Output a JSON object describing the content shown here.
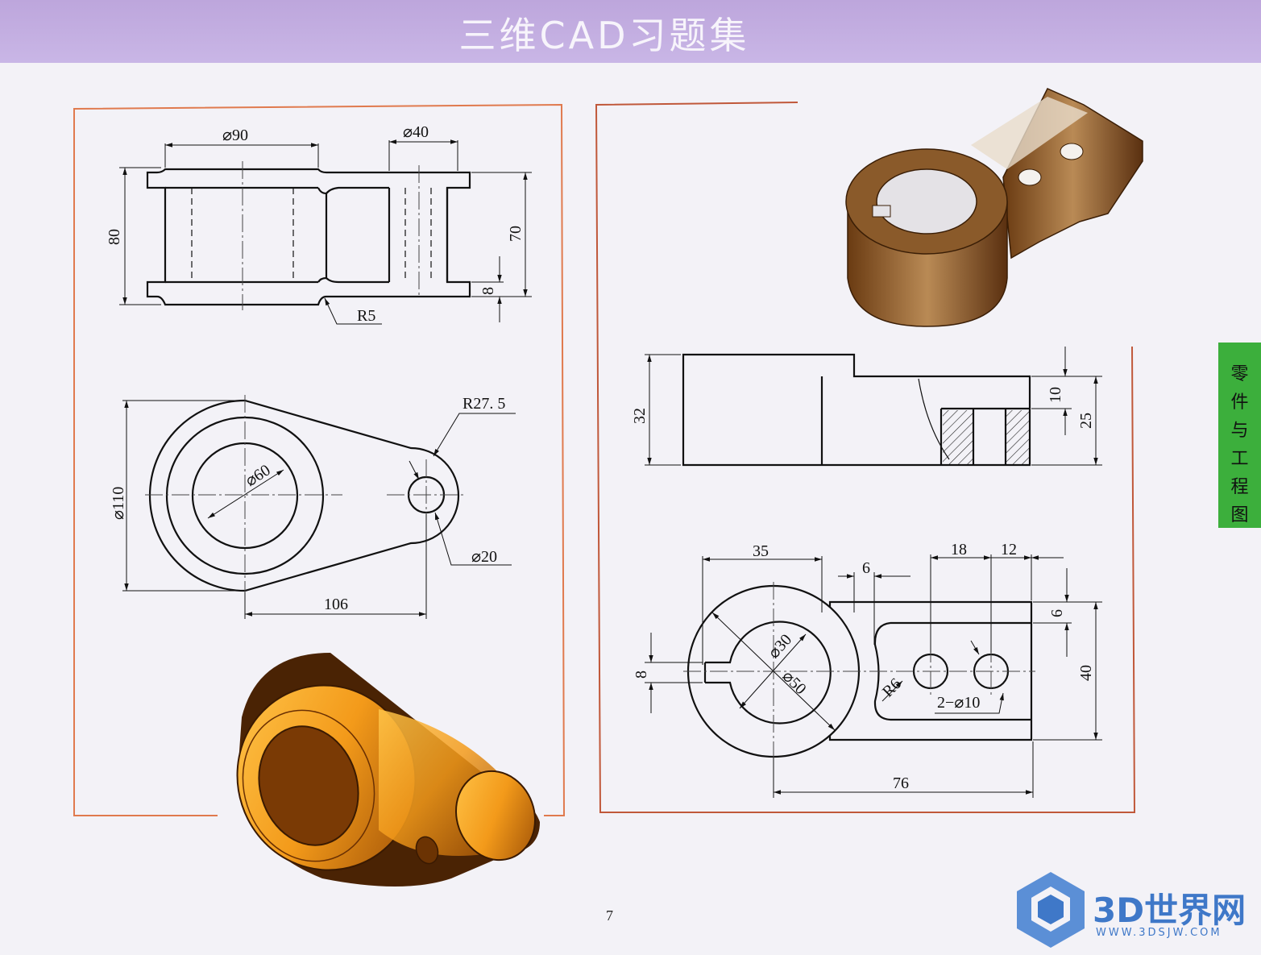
{
  "header": {
    "title": "三维CAD习题集"
  },
  "left_drawing": {
    "front_view": {
      "dia_90": "⌀90",
      "dia_40": "⌀40",
      "h_80": "80",
      "h_70": "70",
      "h_8": "8",
      "r_5": "R5"
    },
    "top_view": {
      "r_27_5": "R27. 5",
      "dia_110": "⌀110",
      "dia_60": "⌀60",
      "dia_20": "⌀20",
      "len_106": "106"
    }
  },
  "right_drawing": {
    "front_view": {
      "h_32": "32",
      "h_10": "10",
      "h_25": "25"
    },
    "top_view": {
      "w_35": "35",
      "w_6a": "6",
      "w_18": "18",
      "w_12": "12",
      "h_6b": "6",
      "h_8": "8",
      "dia_30": "⌀30",
      "dia_50": "⌀50",
      "r_6": "R6",
      "holes": "2−⌀10",
      "h_40": "40",
      "len_76": "76"
    }
  },
  "side_tab": {
    "chars": [
      "零",
      "件",
      "与",
      "工",
      "程",
      "图"
    ]
  },
  "footer": {
    "page_number": "7",
    "logo": "3D世界网",
    "logo_url": "WWW.3DSJW.COM"
  },
  "colors": {
    "header": "#c4b1e2",
    "frame": "#e07a4e",
    "tab": "#3caf3c",
    "logo": "#3f78c8"
  }
}
